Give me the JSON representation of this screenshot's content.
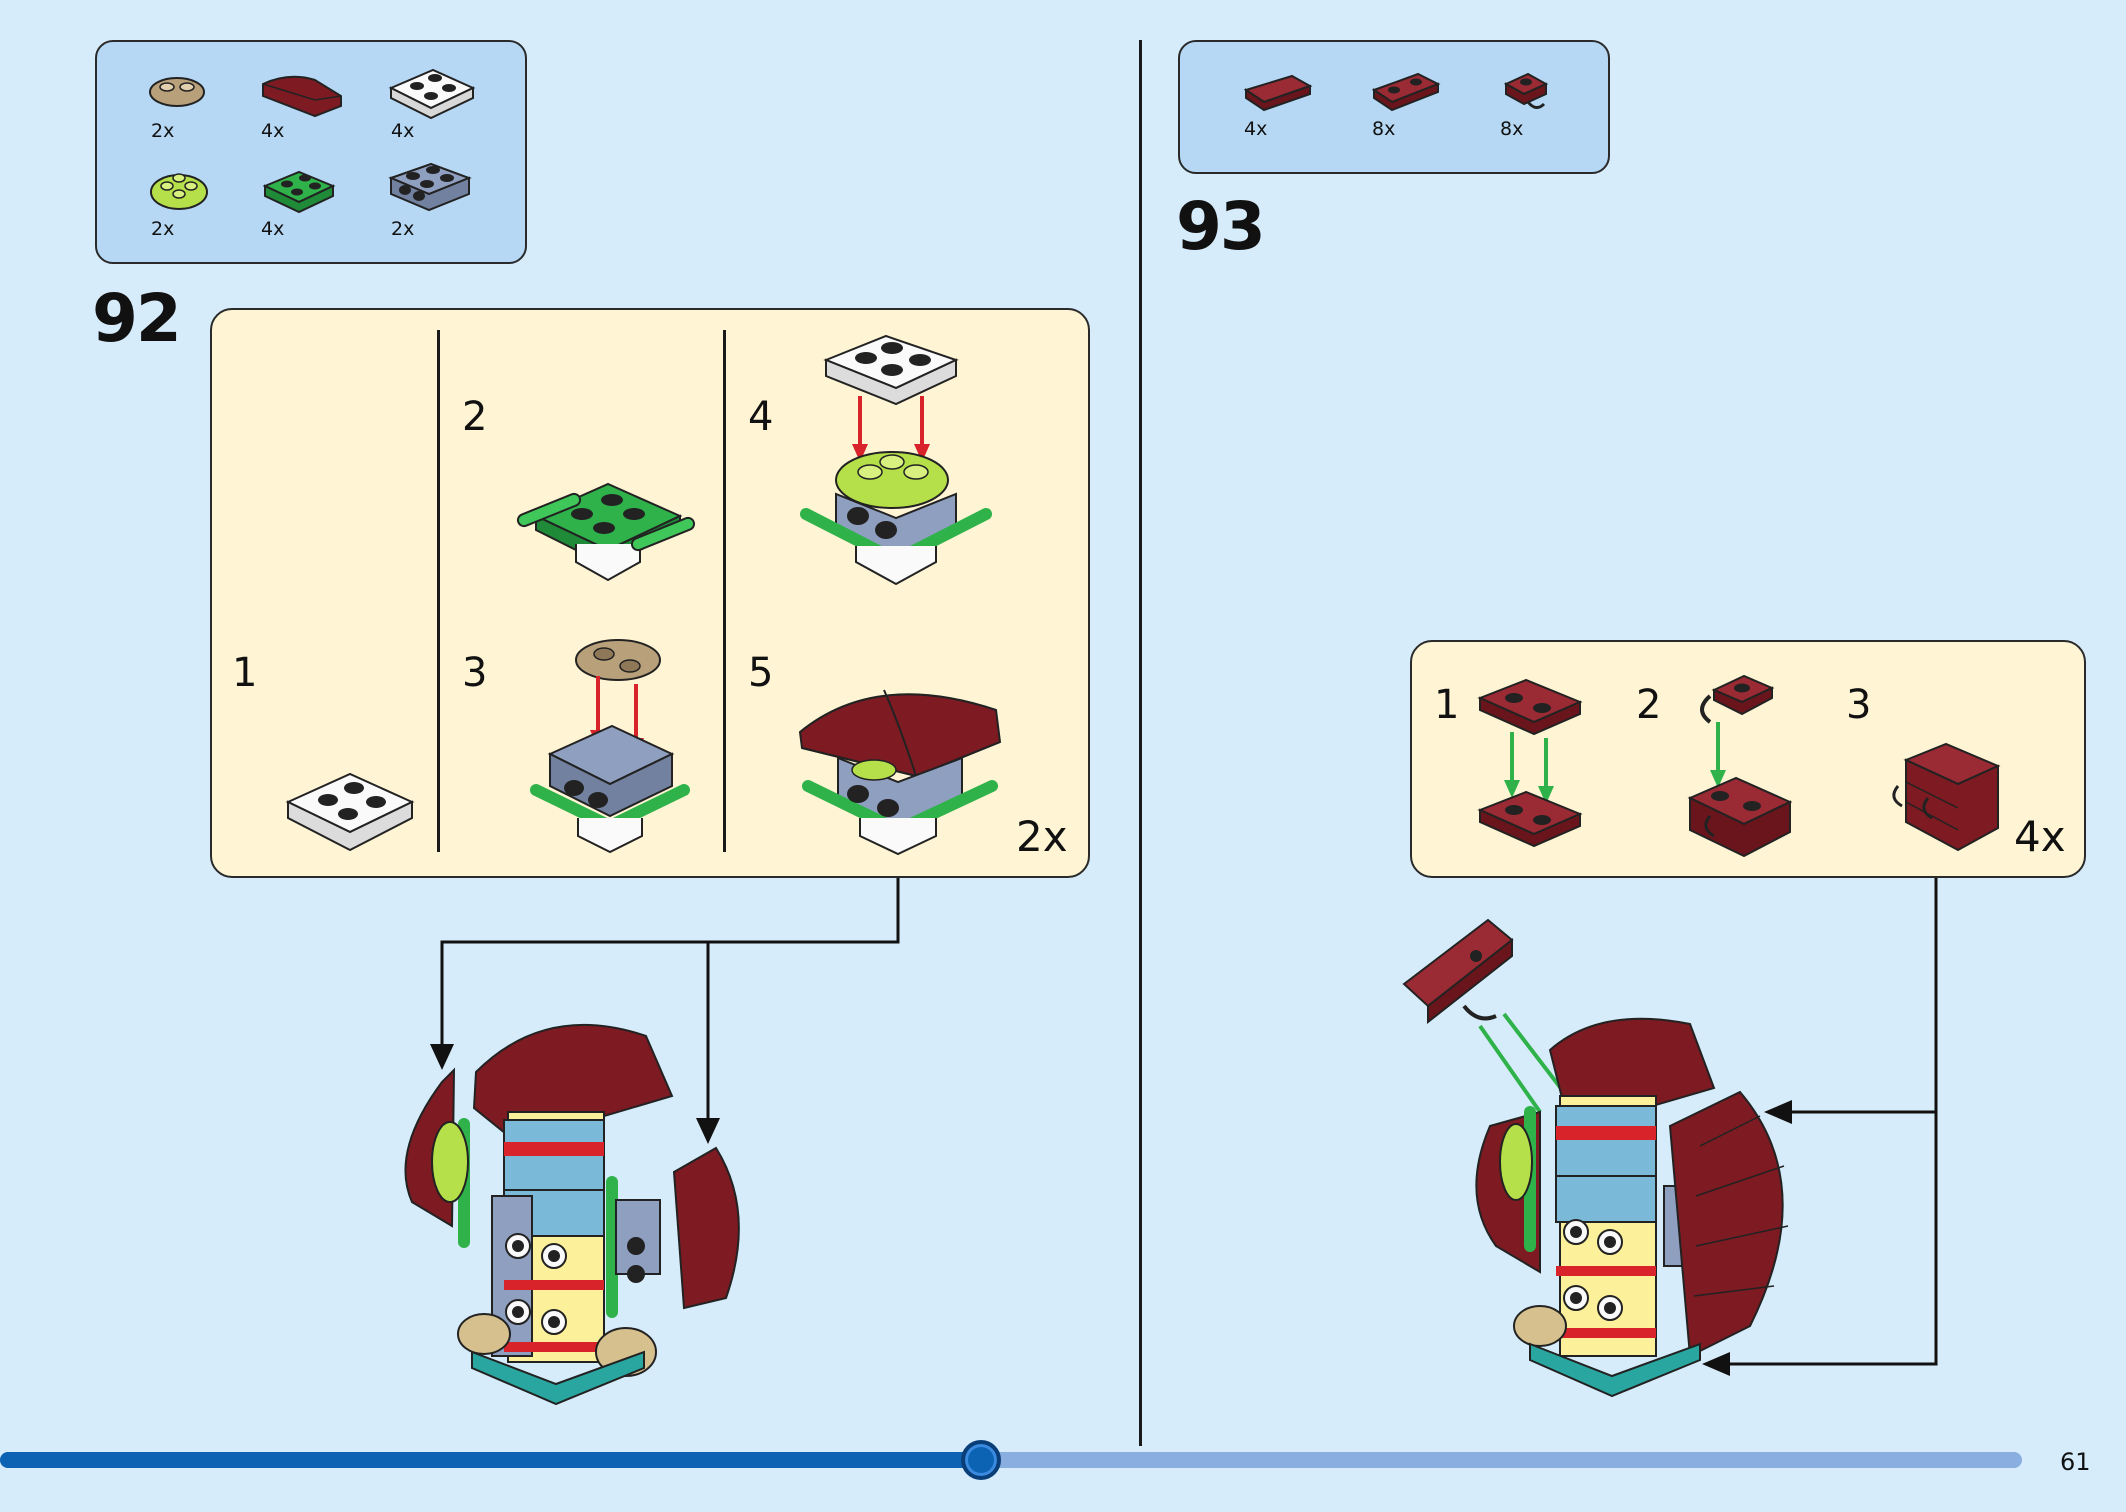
{
  "page_number": "61",
  "progress": {
    "fraction": 0.485
  },
  "step92": {
    "number": "92",
    "parts": [
      {
        "qty": "2x",
        "icon": "tan-round-plate-1x2-icon"
      },
      {
        "qty": "4x",
        "icon": "dark-red-curved-slope-icon"
      },
      {
        "qty": "4x",
        "icon": "white-plate-2x2-icon"
      },
      {
        "qty": "2x",
        "icon": "lime-round-plate-2x2-icon"
      },
      {
        "qty": "4x",
        "icon": "green-plate-with-bars-icon"
      },
      {
        "qty": "2x",
        "icon": "grey-brick-with-studs-icon"
      }
    ],
    "substeps": [
      "1",
      "2",
      "3",
      "4",
      "5"
    ],
    "multiplier": "2x"
  },
  "step93": {
    "number": "93",
    "parts": [
      {
        "qty": "4x",
        "icon": "dark-red-tile-1x2-icon"
      },
      {
        "qty": "8x",
        "icon": "dark-red-plate-1x2-icon"
      },
      {
        "qty": "8x",
        "icon": "dark-red-plate-with-clip-icon"
      }
    ],
    "substeps": [
      "1",
      "2",
      "3"
    ],
    "multiplier": "4x"
  },
  "colors": {
    "background": "#d6ecfa",
    "parts_box": "#b6d8f4",
    "substep_box": "#fff5d4",
    "dark_red": "#7d1a22",
    "green": "#2fb24a",
    "lime": "#b6e04a",
    "tan": "#b8a07a",
    "grey_blue": "#8f9fbf",
    "progress_fill": "#0d63b3",
    "progress_track": "#8aaee0"
  }
}
